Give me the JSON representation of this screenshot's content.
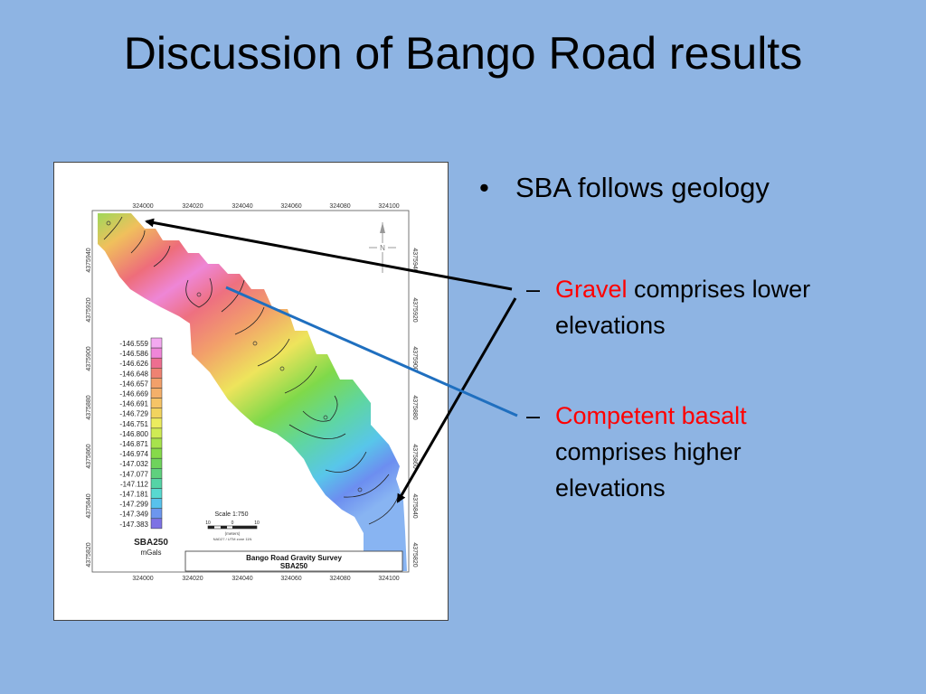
{
  "slide": {
    "title": "Discussion of Bango Road results"
  },
  "bullets": {
    "main": "SBA follows geology",
    "sub1_red": "Gravel",
    "sub1_rest": " comprises lower elevations",
    "sub2_red": "Competent basalt",
    "sub2_rest": " comprises higher elevations",
    "dash": "–",
    "dot": "•"
  },
  "map": {
    "x_ticks": [
      "324000",
      "324020",
      "324040",
      "324060",
      "324080",
      "324100"
    ],
    "y_ticks": [
      "4375940",
      "4375920",
      "4375900",
      "4375880",
      "4375860",
      "4375840",
      "4375820"
    ],
    "north_label": "N",
    "scale_label": "Scale 1:750",
    "scale_ticks": [
      "10",
      "0",
      "10"
    ],
    "scale_units": "(meters)",
    "datum": "NAD27 / UTM zone 11N",
    "legend_values": [
      "-146.559",
      "-146.586",
      "-146.626",
      "-146.648",
      "-146.657",
      "-146.669",
      "-146.691",
      "-146.729",
      "-146.751",
      "-146.800",
      "-146.871",
      "-146.974",
      "-147.032",
      "-147.077",
      "-147.112",
      "-147.181",
      "-147.299",
      "-147.349",
      "-147.383"
    ],
    "legend_colors": [
      "#f3a9f0",
      "#ef86d8",
      "#ed6e90",
      "#ee8272",
      "#f2a06a",
      "#f4b06a",
      "#f6c466",
      "#f2d45e",
      "#ecec5e",
      "#cfeb54",
      "#a7e34c",
      "#86da4a",
      "#6fd35c",
      "#5fd07e",
      "#55d3a6",
      "#58d9d0",
      "#58c2ec",
      "#6c96ee",
      "#7d72e4"
    ],
    "legend_title": "SBA250",
    "legend_units": "mGals",
    "survey_title": "Bango Road Gravity Survey",
    "survey_sub": "SBA250"
  }
}
